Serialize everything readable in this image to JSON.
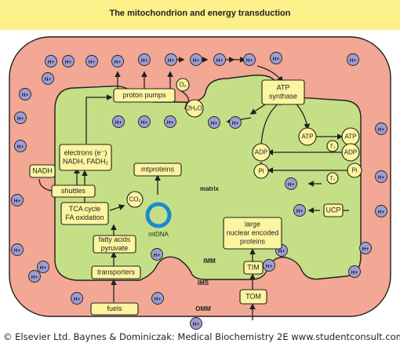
{
  "title": "The mitochondrion and energy transduction",
  "copyright": "© Elsevier Ltd. Baynes & Dominiczak: Medical Biochemistry 2E www.studentconsult.com",
  "compartments": {
    "matrix": "matrix",
    "imm": "IMM",
    "ims": "IMS",
    "omm": "OMM"
  },
  "boxes": {
    "proton_pumps": "proton pumps",
    "atp_synthase": [
      "ATP",
      "synthase"
    ],
    "electrons": [
      "electrons (e⁻)",
      "NADH, FADH₂"
    ],
    "nadh": "NADH",
    "shuttles": "shuttles",
    "mtproteins": "mtproteins",
    "tca": [
      "TCA cycle",
      "FA oxidation"
    ],
    "fatty_acids": [
      "fatty acids",
      "pyruvate"
    ],
    "transporters": "transporters",
    "fuels": "fuels",
    "nuclear_proteins": [
      "large",
      "nuclear encoded",
      "proteins"
    ],
    "tim": "TIM",
    "tom": "TOM",
    "ucp": "UCP"
  },
  "circles": {
    "o2": "O₂",
    "h2o": "2H₂O",
    "co2": "CO₂",
    "atp_in": "ATP",
    "atp_out": "ATP",
    "adp_in": "ADP",
    "adp_out": "ADP",
    "pi_in": "Pi",
    "pi_out": "Pi",
    "t1": "T₁",
    "t2": "T₂",
    "plus": "+"
  },
  "mtdna": "mtDNA",
  "proton": "H+",
  "colors": {
    "title_bg": "#fbf08a",
    "omm": "#f2a894",
    "matrix": "#c5df86",
    "box": "#fbf4a0",
    "proton": "#9e9dd3",
    "mtdna_ring": "#1a8ccf",
    "line": "#231f20"
  }
}
